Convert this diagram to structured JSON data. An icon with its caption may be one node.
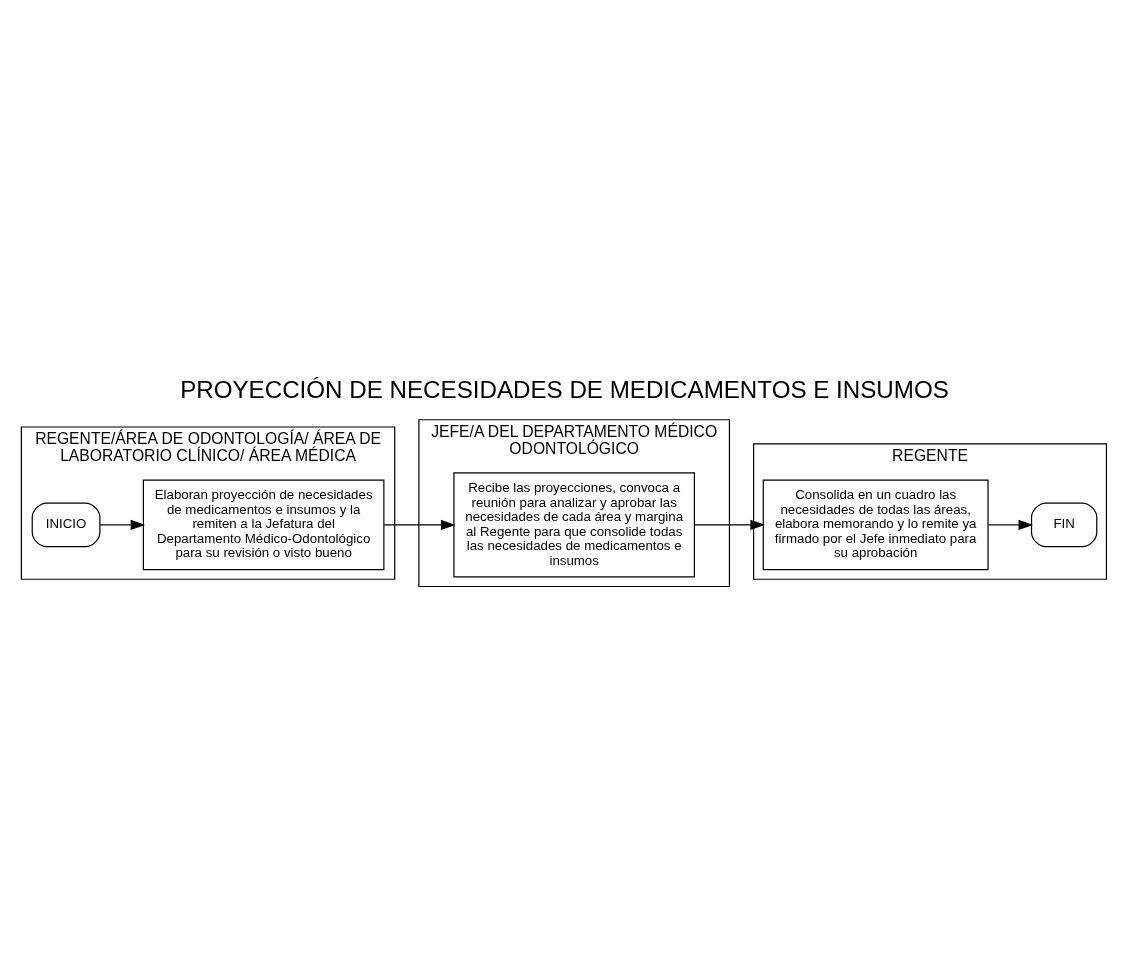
{
  "diagram": {
    "title": "PROYECCIÓN DE NECESIDADES DE MEDICAMENTOS E INSUMOS",
    "nodes": [
      {
        "text": [
          "REGENTE/ÁREA DE ODONTOLOGÍA/ ÁREA DE LABORATORIO CLÍNICO/ ÁREA MÉDICA"
        ]
      },
      {
        "text": [
          "INICIO"
        ],
        "in": 0
      },
      {
        "text": [
          "Elaboran proyección de necesidades de medicamentos e insumos y la remiten a la Jefatura del Departamento Médico-Odontológico para su revisión o visto bueno"
        ],
        "in": 0
      },
      {
        "text": [
          "JEFE/A DEL DEPARTAMENTO MÉDICO ODONTOLÓGICO"
        ]
      },
      {
        "text": [
          "Recibe las proyecciones, convoca a reunión para analizar y aprobar las necesidades de cada área y margina al Regente para que consolide todas las necesidades de medicamentos e insumos"
        ],
        "in": 3
      },
      {
        "text": [
          "REGENTE"
        ]
      },
      {
        "text": [
          "Consolida en un cuadro las necesidades de todas las áreas, elabora memorando y lo remite ya firmado por el Jefe inmediato para su aprobación"
        ],
        "in": 5
      },
      {
        "text": [
          "FIN"
        ],
        "in": 5
      }
    ],
    "edges": [
      {
        "from": 1,
        "to": 2,
        "arrow": "to"
      },
      {
        "from": 2,
        "to": 4,
        "arrow": "to"
      },
      {
        "from": 4,
        "to": 6,
        "arrow": "to"
      },
      {
        "from": 6,
        "to": 7,
        "arrow": "to"
      }
    ]
  }
}
